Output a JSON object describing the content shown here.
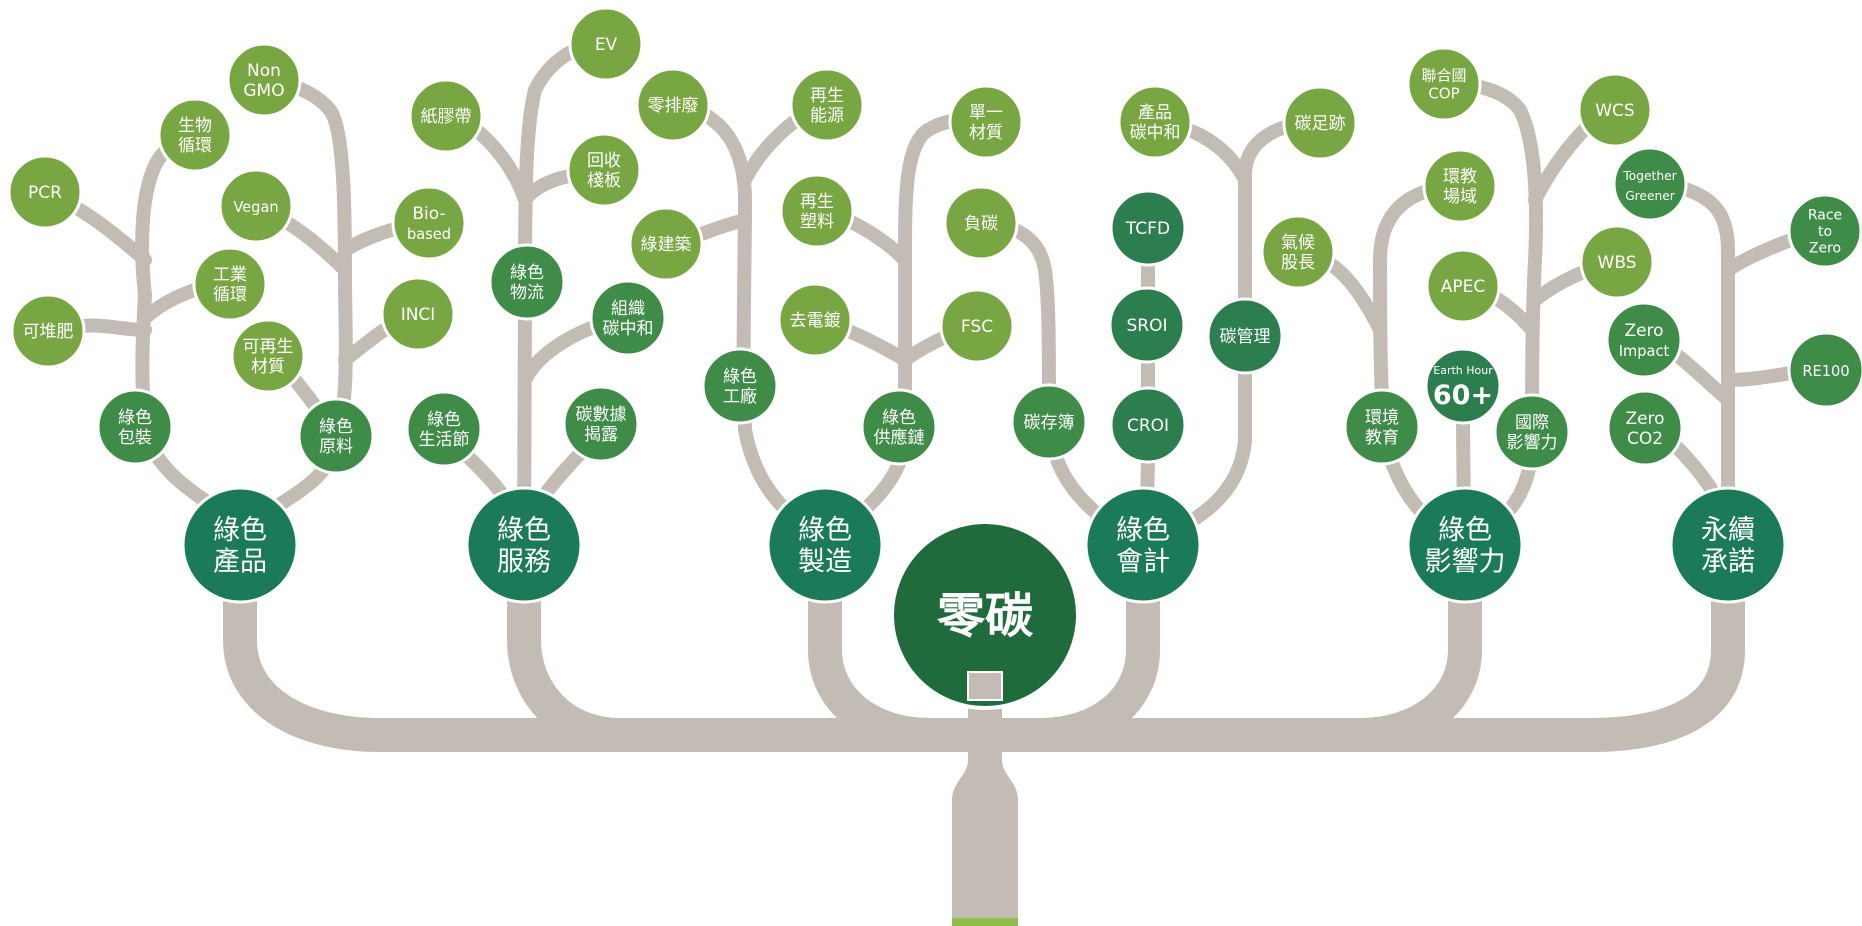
{
  "center": {
    "label": "零碳"
  },
  "branches": [
    {
      "id": "green-products",
      "label": [
        "綠色",
        "產品"
      ],
      "leaves": [
        {
          "id": "pcr",
          "label": [
            "PCR"
          ]
        },
        {
          "id": "bio-cycle",
          "label": [
            "生物",
            "循環"
          ]
        },
        {
          "id": "non-gmo",
          "label": [
            "Non",
            "GMO"
          ]
        },
        {
          "id": "vegan",
          "label": [
            "Vegan"
          ]
        },
        {
          "id": "bio-based",
          "label": [
            "Bio-",
            "based"
          ]
        },
        {
          "id": "industrial-cycle",
          "label": [
            "工業",
            "循環"
          ]
        },
        {
          "id": "compostable",
          "label": [
            "可堆肥"
          ]
        },
        {
          "id": "inci",
          "label": [
            "INCI"
          ]
        },
        {
          "id": "renewable-material",
          "label": [
            "可再生",
            "材質"
          ]
        },
        {
          "id": "green-packaging",
          "label": [
            "綠色",
            "包裝"
          ]
        },
        {
          "id": "green-raw-material",
          "label": [
            "綠色",
            "原料"
          ]
        }
      ]
    },
    {
      "id": "green-services",
      "label": [
        "綠色",
        "服務"
      ],
      "leaves": [
        {
          "id": "ev",
          "label": [
            "EV"
          ]
        },
        {
          "id": "paper-tape",
          "label": [
            "紙膠帶"
          ]
        },
        {
          "id": "recycled-board",
          "label": [
            "回收",
            "棧板"
          ]
        },
        {
          "id": "green-logistics",
          "label": [
            "綠色",
            "物流"
          ]
        },
        {
          "id": "org-carbon-neutral",
          "label": [
            "組織",
            "碳中和"
          ]
        },
        {
          "id": "green-living-festival",
          "label": [
            "綠色",
            "生活節"
          ]
        },
        {
          "id": "carbon-data-disclosure",
          "label": [
            "碳數據",
            "揭露"
          ]
        }
      ]
    },
    {
      "id": "green-manufacturing",
      "label": [
        "綠色",
        "製造"
      ],
      "leaves": [
        {
          "id": "zero-waste",
          "label": [
            "零排廢"
          ]
        },
        {
          "id": "renewable-energy",
          "label": [
            "再生",
            "能源"
          ]
        },
        {
          "id": "single-material",
          "label": [
            "單一",
            "材質"
          ]
        },
        {
          "id": "recycled-plastic",
          "label": [
            "再生",
            "塑料"
          ]
        },
        {
          "id": "green-building",
          "label": [
            "綠建築"
          ]
        },
        {
          "id": "negative-carbon",
          "label": [
            "負碳"
          ]
        },
        {
          "id": "no-electroplating",
          "label": [
            "去電鍍"
          ]
        },
        {
          "id": "fsc",
          "label": [
            "FSC"
          ]
        },
        {
          "id": "green-factory",
          "label": [
            "綠色",
            "工廠"
          ]
        },
        {
          "id": "green-supply-chain",
          "label": [
            "綠色",
            "供應鏈"
          ]
        }
      ]
    },
    {
      "id": "green-accounting",
      "label": [
        "綠色",
        "會計"
      ],
      "leaves": [
        {
          "id": "product-carbon-neutral",
          "label": [
            "產品",
            "碳中和"
          ]
        },
        {
          "id": "carbon-footprint",
          "label": [
            "碳足跡"
          ]
        },
        {
          "id": "tcfd",
          "label": [
            "TCFD"
          ]
        },
        {
          "id": "sroi",
          "label": [
            "SROI"
          ]
        },
        {
          "id": "carbon-management",
          "label": [
            "碳管理"
          ]
        },
        {
          "id": "carbon-passbook",
          "label": [
            "碳存簿"
          ]
        },
        {
          "id": "croi",
          "label": [
            "CROI"
          ]
        }
      ]
    },
    {
      "id": "green-influence",
      "label": [
        "綠色",
        "影響力"
      ],
      "leaves": [
        {
          "id": "un-cop",
          "label": [
            "聯合國",
            "COP"
          ]
        },
        {
          "id": "edu-field",
          "label": [
            "環教",
            "場域"
          ]
        },
        {
          "id": "climate-officer",
          "label": [
            "氣候",
            "股長"
          ]
        },
        {
          "id": "apec",
          "label": [
            "APEC"
          ]
        },
        {
          "id": "earth-hour",
          "label": [
            "Earth Hour",
            "60+"
          ]
        },
        {
          "id": "env-education",
          "label": [
            "環境",
            "教育"
          ]
        },
        {
          "id": "intl-influence",
          "label": [
            "國際",
            "影響力"
          ]
        }
      ]
    },
    {
      "id": "sustainability-commitment",
      "label": [
        "永續",
        "承諾"
      ],
      "leaves": [
        {
          "id": "wcs",
          "label": [
            "WCS"
          ]
        },
        {
          "id": "together-greener",
          "label": [
            "Together",
            "Greener"
          ]
        },
        {
          "id": "race-to-zero",
          "label": [
            "Race",
            "to",
            "Zero"
          ]
        },
        {
          "id": "wbs",
          "label": [
            "WBS"
          ]
        },
        {
          "id": "zero-impact",
          "label": [
            "Zero",
            "Impact"
          ]
        },
        {
          "id": "re100",
          "label": [
            "RE100"
          ]
        },
        {
          "id": "zero-co2",
          "label": [
            "Zero",
            "CO2"
          ]
        }
      ]
    }
  ],
  "colors": {
    "trunk": "#c3bcb5",
    "center": "#1f6b3c",
    "branch": "#1b7a58",
    "leaf_light": "#78a643",
    "leaf_mid": "#3e8c47",
    "leaf_dark": "#2c7e4e",
    "text": "#ffffff"
  }
}
